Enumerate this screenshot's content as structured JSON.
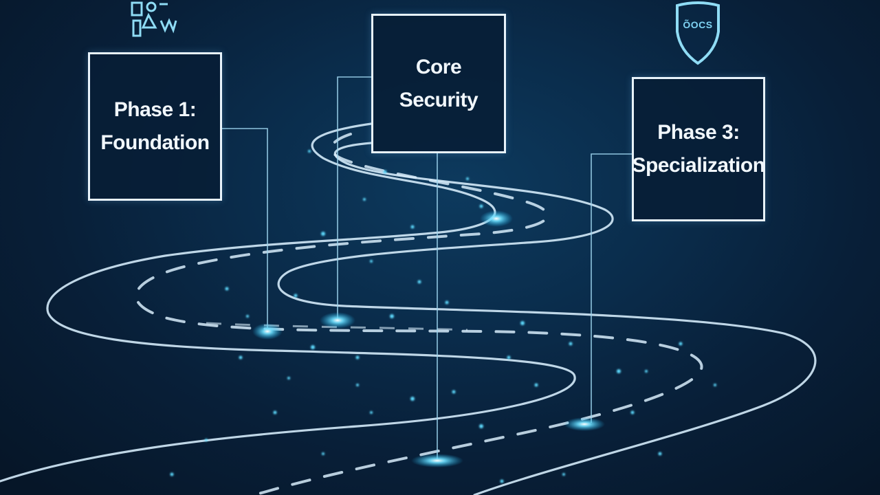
{
  "phases": [
    {
      "id": "phase1",
      "label": "Phase 1:\nFoundation"
    },
    {
      "id": "core",
      "label": "Core\nSecurity"
    },
    {
      "id": "phase3",
      "label": "Phase 3:\nSpecialization"
    }
  ],
  "shield_badge": {
    "text": "ÕOCS"
  },
  "colors": {
    "background": "#081f38",
    "road": "#cfe6f5",
    "glow": "#4fd7ff",
    "box_border": "#e8f3fb",
    "icon": "#7fd3f3"
  },
  "icons": [
    "people-icon",
    "shield-icon"
  ]
}
